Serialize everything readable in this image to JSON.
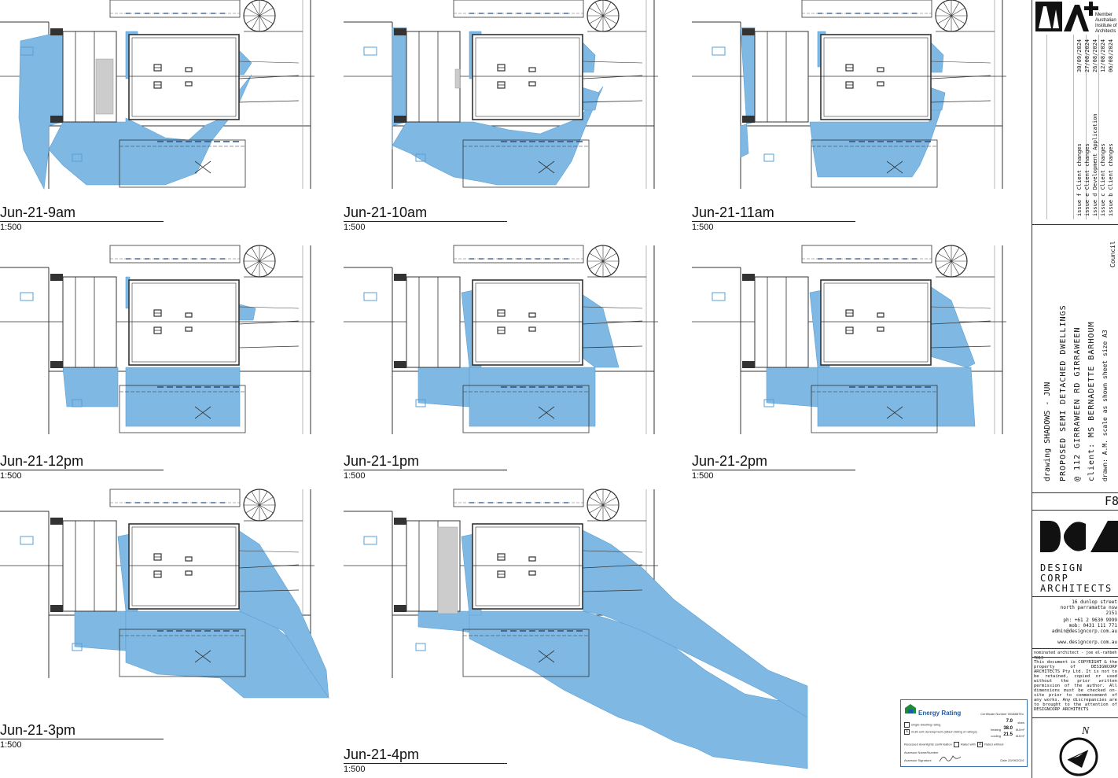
{
  "plans": [
    {
      "label": "Jun-21-9am",
      "scale": "1:500",
      "shadow": "9am"
    },
    {
      "label": "Jun-21-10am",
      "scale": "1:500",
      "shadow": "10am"
    },
    {
      "label": "Jun-21-11am",
      "scale": "1:500",
      "shadow": "11am"
    },
    {
      "label": "Jun-21-12pm",
      "scale": "1:500",
      "shadow": "12pm"
    },
    {
      "label": "Jun-21-1pm",
      "scale": "1:500",
      "shadow": "1pm"
    },
    {
      "label": "Jun-21-2pm",
      "scale": "1:500",
      "shadow": "2pm"
    },
    {
      "label": "Jun-21-3pm",
      "scale": "1:500",
      "shadow": "3pm"
    },
    {
      "label": "Jun-21-4pm",
      "scale": "1:500",
      "shadow": "4pm"
    }
  ],
  "colors": {
    "shadow": "#7fb9e3",
    "shadow_stroke": "#5a9fd4",
    "line": "#333333",
    "grey": "#cccccc",
    "accent": "#2f6db5"
  },
  "title_block": {
    "member_text": "Member Australian Institute of Architects",
    "issues": [
      {
        "label": "issue b  Client changes",
        "date": "06/08/2024"
      },
      {
        "label": "issue c  Client changes",
        "date": "12/08/2024"
      },
      {
        "label": "issue d  Development Application",
        "date": "26/08/2024"
      },
      {
        "label": "issue e  Client changes",
        "date": "27/08/2024"
      },
      {
        "label": "issue f  Client changes",
        "date": "30/09/2024"
      }
    ],
    "drawing": "drawing  SHADOWS - JUN",
    "project_l1": "PROPOSED SEMI DETACHED DWELLINGS",
    "project_l2": "@ 112 GIRRAWEEN RD GIRRAWEEN",
    "client": "client:   MS BERNADETTE BARHOUM",
    "drawn": "drawn:  A.M.   scale  as shown   sheet size  A3",
    "council": "Council",
    "sheet_no": "F8",
    "firm_l1": "DESIGN",
    "firm_l2": "CORP",
    "firm_l3": "ARCHITECTS",
    "address_l1": "16 dunlop street",
    "address_l2": "north parramatta nsw",
    "address_l3": "2151",
    "phone": "ph: +61 2 9630 9999",
    "mobile": "mob: 0431 111 771",
    "email": "admin@designcorp.com.au",
    "website": "www.designcorp.com.au",
    "nominated": "nominated architect - joe el-rahbeh 7813",
    "copyright": "This document is COPYRIGHT & the property of DESIGNCORP ARCHITECTS Pty Ltd. It is not to be retained, copied or used without the prior written permission of the author. All dimensions must be checked on-site prior to commencement of any works. Any discrepancies are to brought to the attention of DESIGNCORP ARCHITECTS"
  },
  "energy": {
    "title": "Energy Rating",
    "cert": "Certificate Number 0008887Ex",
    "opt1": "single-dwelling rating",
    "opt2": "multi-unit development (attach listing of ratings)",
    "rating": "7.0",
    "rating_unit": "stars",
    "heating": "38.0",
    "cooling": "21.5",
    "unit": "MJ/m²",
    "heating_label": "heating",
    "cooling_label": "cooling",
    "downlights": "Recessed downlights confirmation",
    "rated_with": "Rated with",
    "rated_without": "Rated without",
    "assessor": "Assessor Name/Number",
    "signature": "Assessor Signature",
    "date": "Date  22/09/2024"
  },
  "compass": {
    "label": "N"
  }
}
